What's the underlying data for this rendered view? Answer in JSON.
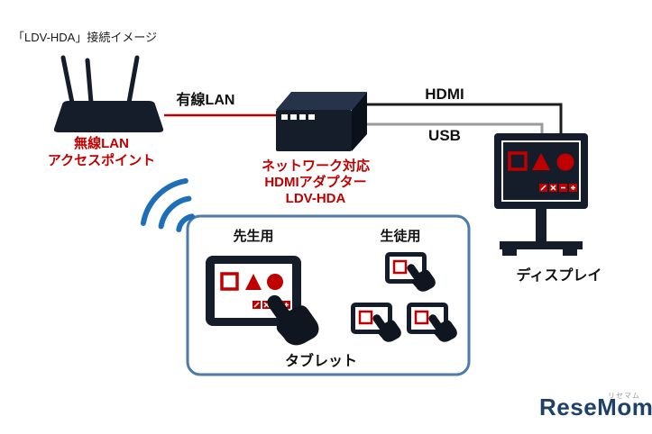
{
  "title": "「LDV-HDA」接続イメージ",
  "diagram": {
    "access_point": {
      "line1": "無線LAN",
      "line2": "アクセスポイント"
    },
    "wired_lan_label": "有線LAN",
    "adapter": {
      "line1": "ネットワーク対応",
      "line2": "HDMIアダプター",
      "line3": "LDV-HDA"
    },
    "hdmi_label": "HDMI",
    "usb_label": "USB",
    "display_label": "ディスプレイ",
    "tablet_area": {
      "teacher_label": "先生用",
      "student_label": "生徒用",
      "tablet_label": "タブレット"
    }
  },
  "logo": {
    "text": "ReseMom",
    "subtext": "リセマム"
  },
  "icons": {
    "wireless-router-icon": "black access-point silhouette with antennas",
    "hdmi-adapter-icon": "dark 3d box device with indicator lights",
    "display-icon": "monitor with red shapes on a stand",
    "wifi-signal-icon": "three blue signal arcs",
    "teacher-tablet-icon": "tablet showing square, triangle, circle",
    "student-tablet-icon": "small tablet showing a square",
    "hand-icon": "pointing hand silhouette"
  },
  "colors": {
    "accent_red": "#c00000",
    "device_navy": "#151d2a",
    "wifi_blue": "#1e6fb8",
    "box_border_blue": "#4d7ba8",
    "hdmi_line_black": "#1c1c1c",
    "usb_line_gray": "#9b9b9b",
    "logo_navy": "#1d4168"
  }
}
